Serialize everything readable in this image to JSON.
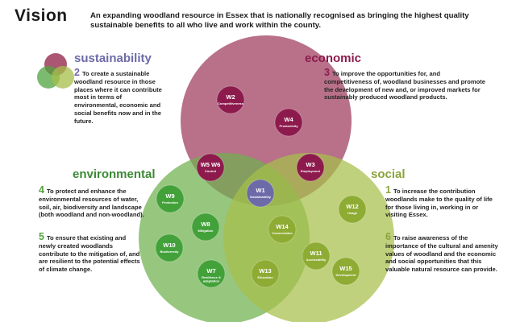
{
  "title": "Vision",
  "vision_text": "An expanding woodland resource in Essex that is nationally recognised as bringing the highest quality sustainable benefits to all who live and work within the county.",
  "colors": {
    "sustainability": "#6d6aa8",
    "economic": "#8d1a4c",
    "environmental": "#4fa33f",
    "social": "#8aa33b",
    "logo_red": "#9c3a5c",
    "logo_green": "#4fa33f",
    "logo_olive": "#a6bf4a"
  },
  "headings": {
    "sustainability": "sustainability",
    "economic": "economic",
    "environmental": "environmental",
    "social": "social"
  },
  "objectives": [
    {
      "number": "2",
      "text": "To create a sustainable woodland resource in those places where it can contribute most in terms of environmental, economic and social benefits now and in the future."
    },
    {
      "number": "3",
      "text": "To improve the opportunities for, and competitiveness of, woodland businesses and promote the development of new and, or improved markets for sustainably produced woodland products."
    },
    {
      "number": "4",
      "text": "To protect and enhance the environmental resources of water, soil, air, biodiversity and landscape (both woodland and non-woodland)."
    },
    {
      "number": "5",
      "text": "To ensure that existing and newly created woodlands contribute to the mitigation of, and are resilient to the potential effects of climate change."
    },
    {
      "number": "1",
      "text": "To increase the contribution woodlands make to the quality of life for those living in, working in or visiting Essex."
    },
    {
      "number": "6",
      "text": "To raise awareness of the importance of the cultural and amenity values of woodland and the economic and social opportunities that this valuable natural resource can provide."
    }
  ],
  "nodes": [
    {
      "id": "W2",
      "label": "Competitiveness",
      "group": "economic"
    },
    {
      "id": "W4",
      "label": "Productivity",
      "group": "economic"
    },
    {
      "id": "W5 W6",
      "label": "Control",
      "group": "economic"
    },
    {
      "id": "W3",
      "label": "Employment",
      "group": "economic"
    },
    {
      "id": "W1",
      "label": "Sustainability",
      "group": "sustainability"
    },
    {
      "id": "W9",
      "label": "Protection",
      "group": "environmental"
    },
    {
      "id": "W8",
      "label": "Mitigation",
      "group": "environmental"
    },
    {
      "id": "W10",
      "label": "Biodiversity",
      "group": "environmental"
    },
    {
      "id": "W7",
      "label": "Resilience & adaptation",
      "group": "environmental"
    },
    {
      "id": "W14",
      "label": "Conservation",
      "group": "social"
    },
    {
      "id": "W13",
      "label": "Education",
      "group": "social"
    },
    {
      "id": "W12",
      "label": "Usage",
      "group": "social"
    },
    {
      "id": "W11",
      "label": "Accessibility",
      "group": "social"
    },
    {
      "id": "W15",
      "label": "Development",
      "group": "social"
    }
  ]
}
